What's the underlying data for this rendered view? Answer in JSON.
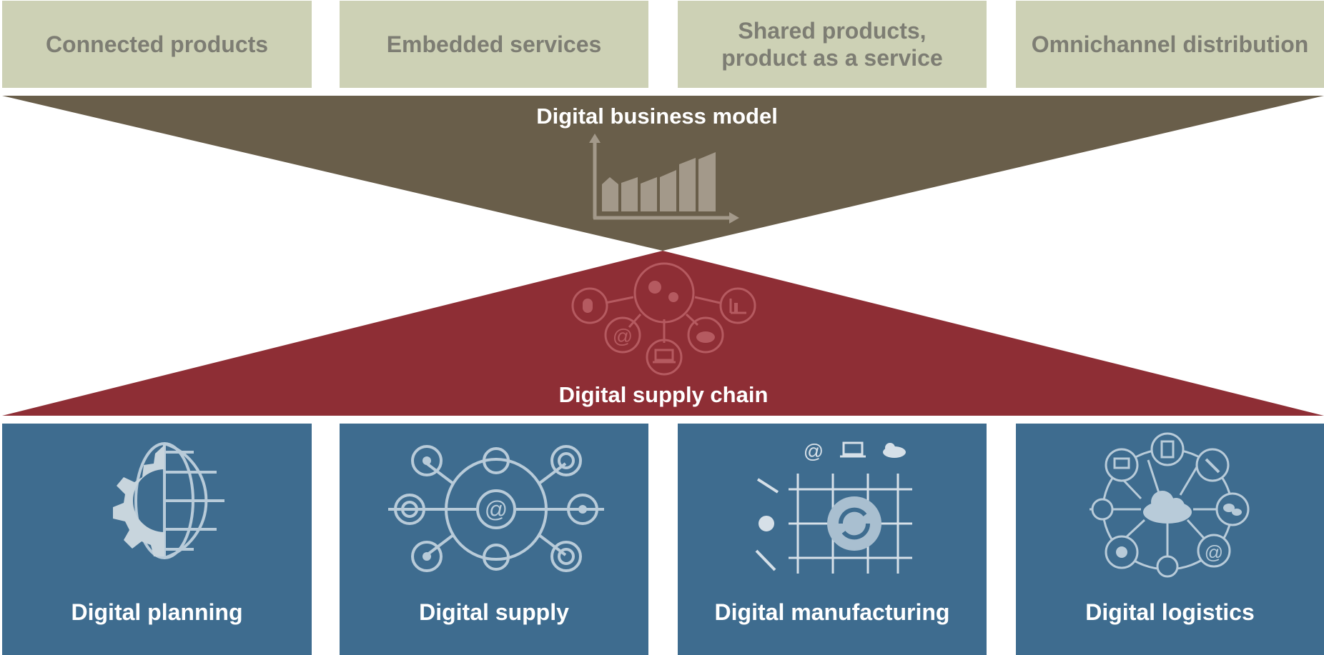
{
  "top_row": [
    {
      "label": "Connected products"
    },
    {
      "label": "Embedded services"
    },
    {
      "label": "Shared products,\nproduct as a service"
    },
    {
      "label": "Omnichannel distribution"
    }
  ],
  "center": {
    "business_model_label": "Digital business model",
    "supply_chain_label": "Digital supply chain"
  },
  "bottom_row": [
    {
      "label": "Digital planning",
      "icon": "gear-globe-icon"
    },
    {
      "label": "Digital supply",
      "icon": "network-hub-icon"
    },
    {
      "label": "Digital manufacturing",
      "icon": "manufacturing-grid-icon"
    },
    {
      "label": "Digital logistics",
      "icon": "cloud-network-icon"
    }
  ],
  "colors": {
    "top_box": "#cdd1b5",
    "top_text": "#7d7d73",
    "business_model_triangle": "#695e4a",
    "supply_chain_triangle": "#8e2e35",
    "bottom_box": "#3e6c8f",
    "bottom_icon": "#b8cbd9"
  }
}
